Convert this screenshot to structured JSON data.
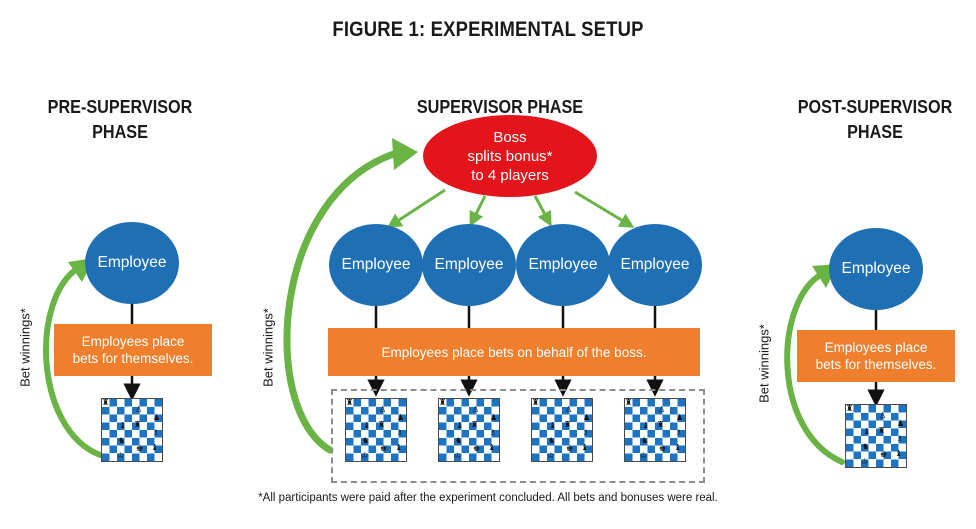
{
  "title": "FIGURE 1: EXPERIMENTAL SETUP",
  "phases": {
    "pre": {
      "title": "PRE-SUPERVISOR PHASE",
      "title_line1": "PRE-SUPERVISOR",
      "title_line2": "PHASE"
    },
    "supervisor": {
      "title": "SUPERVISOR PHASE"
    },
    "post": {
      "title": "POST-SUPERVISOR PHASE",
      "title_line1": "POST-SUPERVISOR",
      "title_line2": "PHASE"
    }
  },
  "boss": {
    "line1": "Boss",
    "line2": "splits bonus*",
    "line3": "to 4 players"
  },
  "employee_label": "Employee",
  "pre_bets_text": {
    "line1": "Employees place",
    "line2": "bets for themselves."
  },
  "supervisor_bets_text": "Employees place bets on behalf of the boss.",
  "post_bets_text": {
    "line1": "Employees place",
    "line2": "bets for themselves."
  },
  "bet_winnings_label": "Bet winnings*",
  "footnote": "*All participants were paid after the experiment concluded.  All bets and bonuses were real.",
  "colors": {
    "employee": "#1f6fb5",
    "boss": "#e4141b",
    "bets_box": "#ef7f2d",
    "arrow_green": "#6ab445",
    "board_blue": "#1d74c2"
  },
  "icons": [
    "chessboard-icon",
    "curved-arrow-icon"
  ]
}
